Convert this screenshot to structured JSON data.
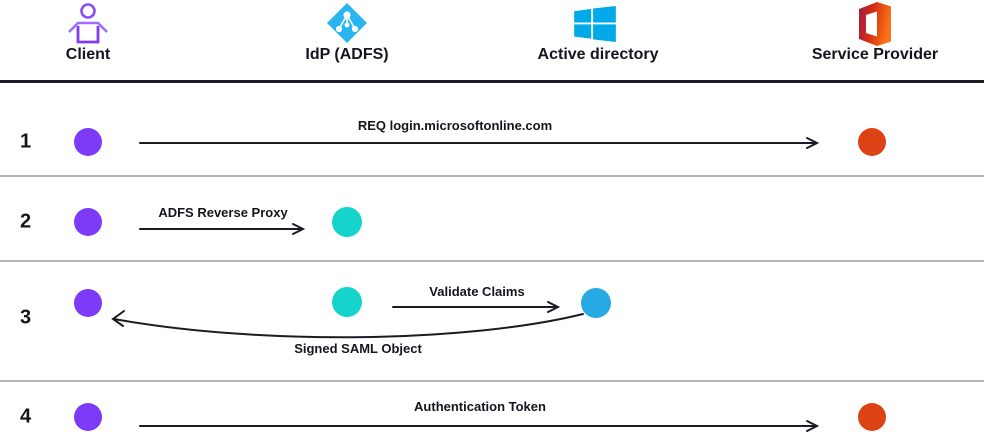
{
  "diagram": {
    "type": "sequence-flow",
    "columns": [
      {
        "label": "Client",
        "icon": "person-icon",
        "accent_color": "#7d3bf7"
      },
      {
        "label": "IdP (ADFS)",
        "icon": "azure-ad-icon",
        "accent_color": "#29b6f0"
      },
      {
        "label": "Active directory",
        "icon": "windows-icon",
        "accent_color": "#27a9e3"
      },
      {
        "label": "Service Provider",
        "icon": "office-icon",
        "accent_color": "#dc4214"
      }
    ],
    "rows": [
      {
        "number": "1",
        "label": "REQ login.microsoftonline.com",
        "from": "Client",
        "to": "Service Provider"
      },
      {
        "number": "2",
        "label": "ADFS Reverse Proxy",
        "from": "Client",
        "to": "IdP (ADFS)"
      },
      {
        "number": "3",
        "label": "Validate Claims",
        "label2": "Signed SAML Object",
        "from": "IdP (ADFS)",
        "to": "Active directory",
        "return_to": "Client"
      },
      {
        "number": "4",
        "label": "Authentication Token",
        "from": "Client",
        "to": "Service Provider"
      }
    ],
    "colors": {
      "line": "#1b1b26",
      "divider": "#b5b5b5",
      "client_dot": "#7d3bf7",
      "idp_dot": "#16d4cc",
      "ad_dot": "#27a9e3",
      "sp_dot": "#dc4214"
    }
  }
}
